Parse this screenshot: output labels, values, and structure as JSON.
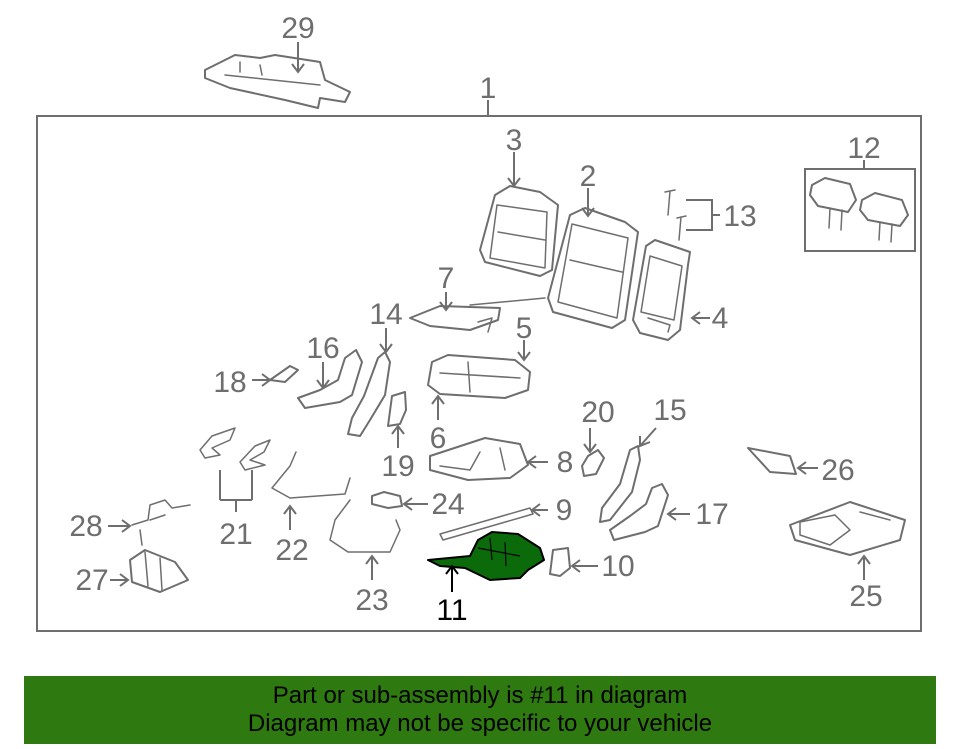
{
  "diagram": {
    "highlighted_part": "11",
    "colors": {
      "highlight": "#0b6b0b",
      "banner": "#2e7a10",
      "lines": "#6e6e6e"
    },
    "callouts": {
      "c1": "1",
      "c2": "2",
      "c3": "3",
      "c4": "4",
      "c5": "5",
      "c6": "6",
      "c7": "7",
      "c8": "8",
      "c9": "9",
      "c10": "10",
      "c11": "11",
      "c12": "12",
      "c13": "13",
      "c14": "14",
      "c15": "15",
      "c16": "16",
      "c17": "17",
      "c18": "18",
      "c19": "19",
      "c20": "20",
      "c21": "21",
      "c22": "22",
      "c23": "23",
      "c24": "24",
      "c25": "25",
      "c26": "26",
      "c27": "27",
      "c28": "28",
      "c29": "29"
    }
  },
  "banner": {
    "line1": "Part or sub-assembly is #11 in diagram",
    "line2": "Diagram may not be specific to your vehicle"
  }
}
